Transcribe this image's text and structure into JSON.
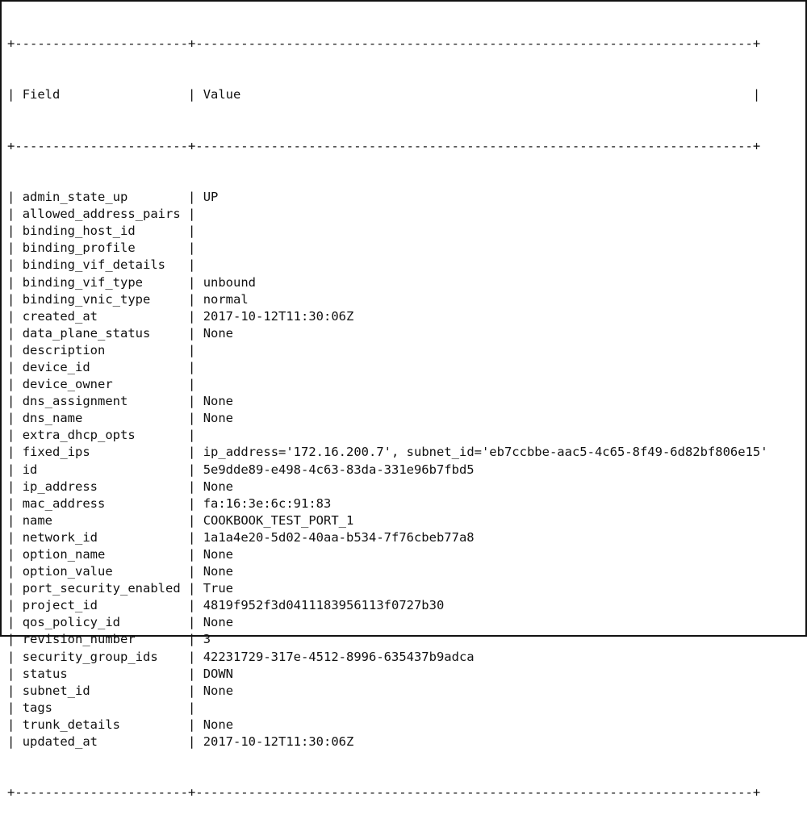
{
  "table": {
    "border_line": "+-----------------------+--------------------------------------------------------------------------+",
    "separator": "|",
    "header": {
      "field": "Field",
      "value": "Value"
    },
    "rows": [
      {
        "field": "admin_state_up",
        "value": "UP"
      },
      {
        "field": "allowed_address_pairs",
        "value": ""
      },
      {
        "field": "binding_host_id",
        "value": ""
      },
      {
        "field": "binding_profile",
        "value": ""
      },
      {
        "field": "binding_vif_details",
        "value": ""
      },
      {
        "field": "binding_vif_type",
        "value": "unbound"
      },
      {
        "field": "binding_vnic_type",
        "value": "normal"
      },
      {
        "field": "created_at",
        "value": "2017-10-12T11:30:06Z"
      },
      {
        "field": "data_plane_status",
        "value": "None"
      },
      {
        "field": "description",
        "value": ""
      },
      {
        "field": "device_id",
        "value": ""
      },
      {
        "field": "device_owner",
        "value": ""
      },
      {
        "field": "dns_assignment",
        "value": "None"
      },
      {
        "field": "dns_name",
        "value": "None"
      },
      {
        "field": "extra_dhcp_opts",
        "value": ""
      },
      {
        "field": "fixed_ips",
        "value": "ip_address='172.16.200.7', subnet_id='eb7ccbbe-aac5-4c65-8f49-6d82bf806e15'"
      },
      {
        "field": "id",
        "value": "5e9dde89-e498-4c63-83da-331e96b7fbd5"
      },
      {
        "field": "ip_address",
        "value": "None"
      },
      {
        "field": "mac_address",
        "value": "fa:16:3e:6c:91:83"
      },
      {
        "field": "name",
        "value": "COOKBOOK_TEST_PORT_1"
      },
      {
        "field": "network_id",
        "value": "1a1a4e20-5d02-40aa-b534-7f76cbeb77a8"
      },
      {
        "field": "option_name",
        "value": "None"
      },
      {
        "field": "option_value",
        "value": "None"
      },
      {
        "field": "port_security_enabled",
        "value": "True"
      },
      {
        "field": "project_id",
        "value": "4819f952f3d0411183956113f0727b30"
      },
      {
        "field": "qos_policy_id",
        "value": "None"
      },
      {
        "field": "revision_number",
        "value": "3"
      },
      {
        "field": "security_group_ids",
        "value": "42231729-317e-4512-8996-635437b9adca"
      },
      {
        "field": "status",
        "value": "DOWN"
      },
      {
        "field": "subnet_id",
        "value": "None"
      },
      {
        "field": "tags",
        "value": ""
      },
      {
        "field": "trunk_details",
        "value": "None"
      },
      {
        "field": "updated_at",
        "value": "2017-10-12T11:30:06Z"
      }
    ]
  }
}
